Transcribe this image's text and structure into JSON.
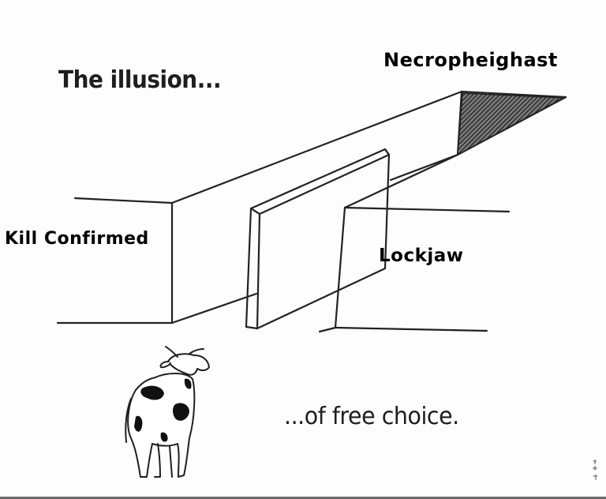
{
  "captions": {
    "top": "The illusion...",
    "bottom": "...of free choice."
  },
  "labels": {
    "top_right_path": "Necropheighast",
    "left_wall": "Kill Confirmed",
    "right_wall": "Lockjaw"
  },
  "colors": {
    "ink": "#1e1e1e",
    "paper": "#fdfdfd",
    "label_text": "#000000"
  }
}
